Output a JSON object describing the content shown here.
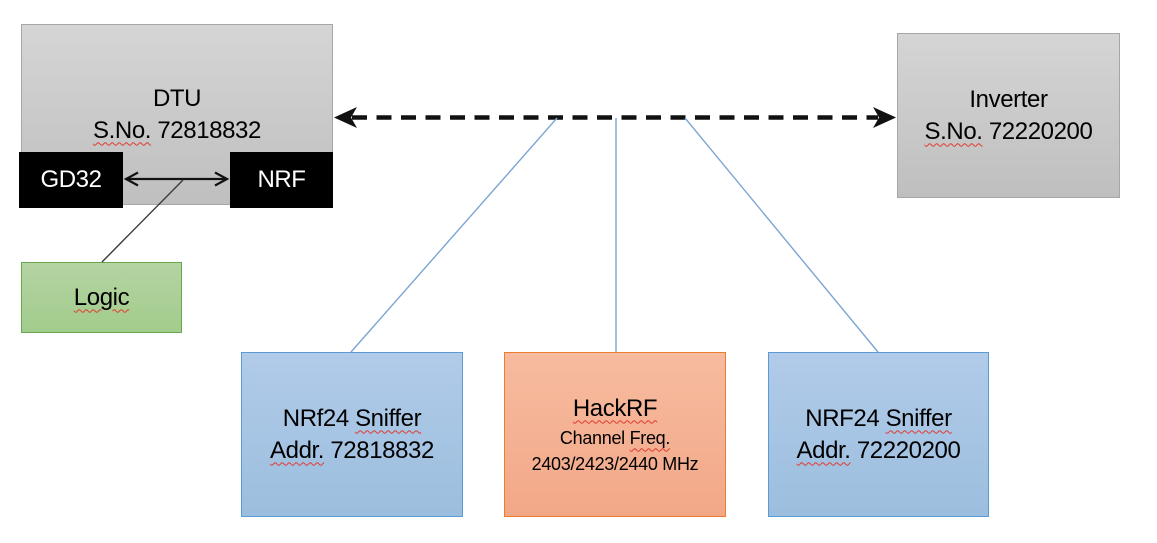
{
  "diagram": {
    "dtu": {
      "title": "DTU",
      "serial_prefix": "S.No.",
      "serial_number": "72818832"
    },
    "gd32": {
      "label": "GD32"
    },
    "nrf": {
      "label": "NRF"
    },
    "logic": {
      "label": "Logic"
    },
    "inverter": {
      "title": "Inverter",
      "serial_prefix": "S.No.",
      "serial_number": "72220200"
    },
    "sniffer1": {
      "name_prefix": "NRf24",
      "name_word": "Sniffer",
      "addr_prefix": "Addr.",
      "addr_number": "72818832"
    },
    "hackrf": {
      "title": "HackRF",
      "line2_prefix": "Channel",
      "line2_word": "Freq.",
      "line3": "2403/2423/2440 MHz"
    },
    "sniffer2": {
      "name_prefix": "NRF24",
      "name_word": "Sniffer",
      "addr_prefix": "Addr.",
      "addr_number": "72220200"
    }
  },
  "colors": {
    "gray_fill_top": "#d5d5d5",
    "gray_fill_bottom": "#bfbfbf",
    "gray_border": "#a6a6a6",
    "black_fill": "#000000",
    "green_fill": "#a9d08e",
    "green_border": "#6aa84f",
    "blue_fill": "#a7c5e6",
    "blue_border": "#5b9bd5",
    "orange_fill": "#f4b183",
    "orange_border": "#ed7d31",
    "connector_blue": "#7ca5d3",
    "spellcheck_red": "#e03a2f",
    "arrow_black": "#111111"
  }
}
